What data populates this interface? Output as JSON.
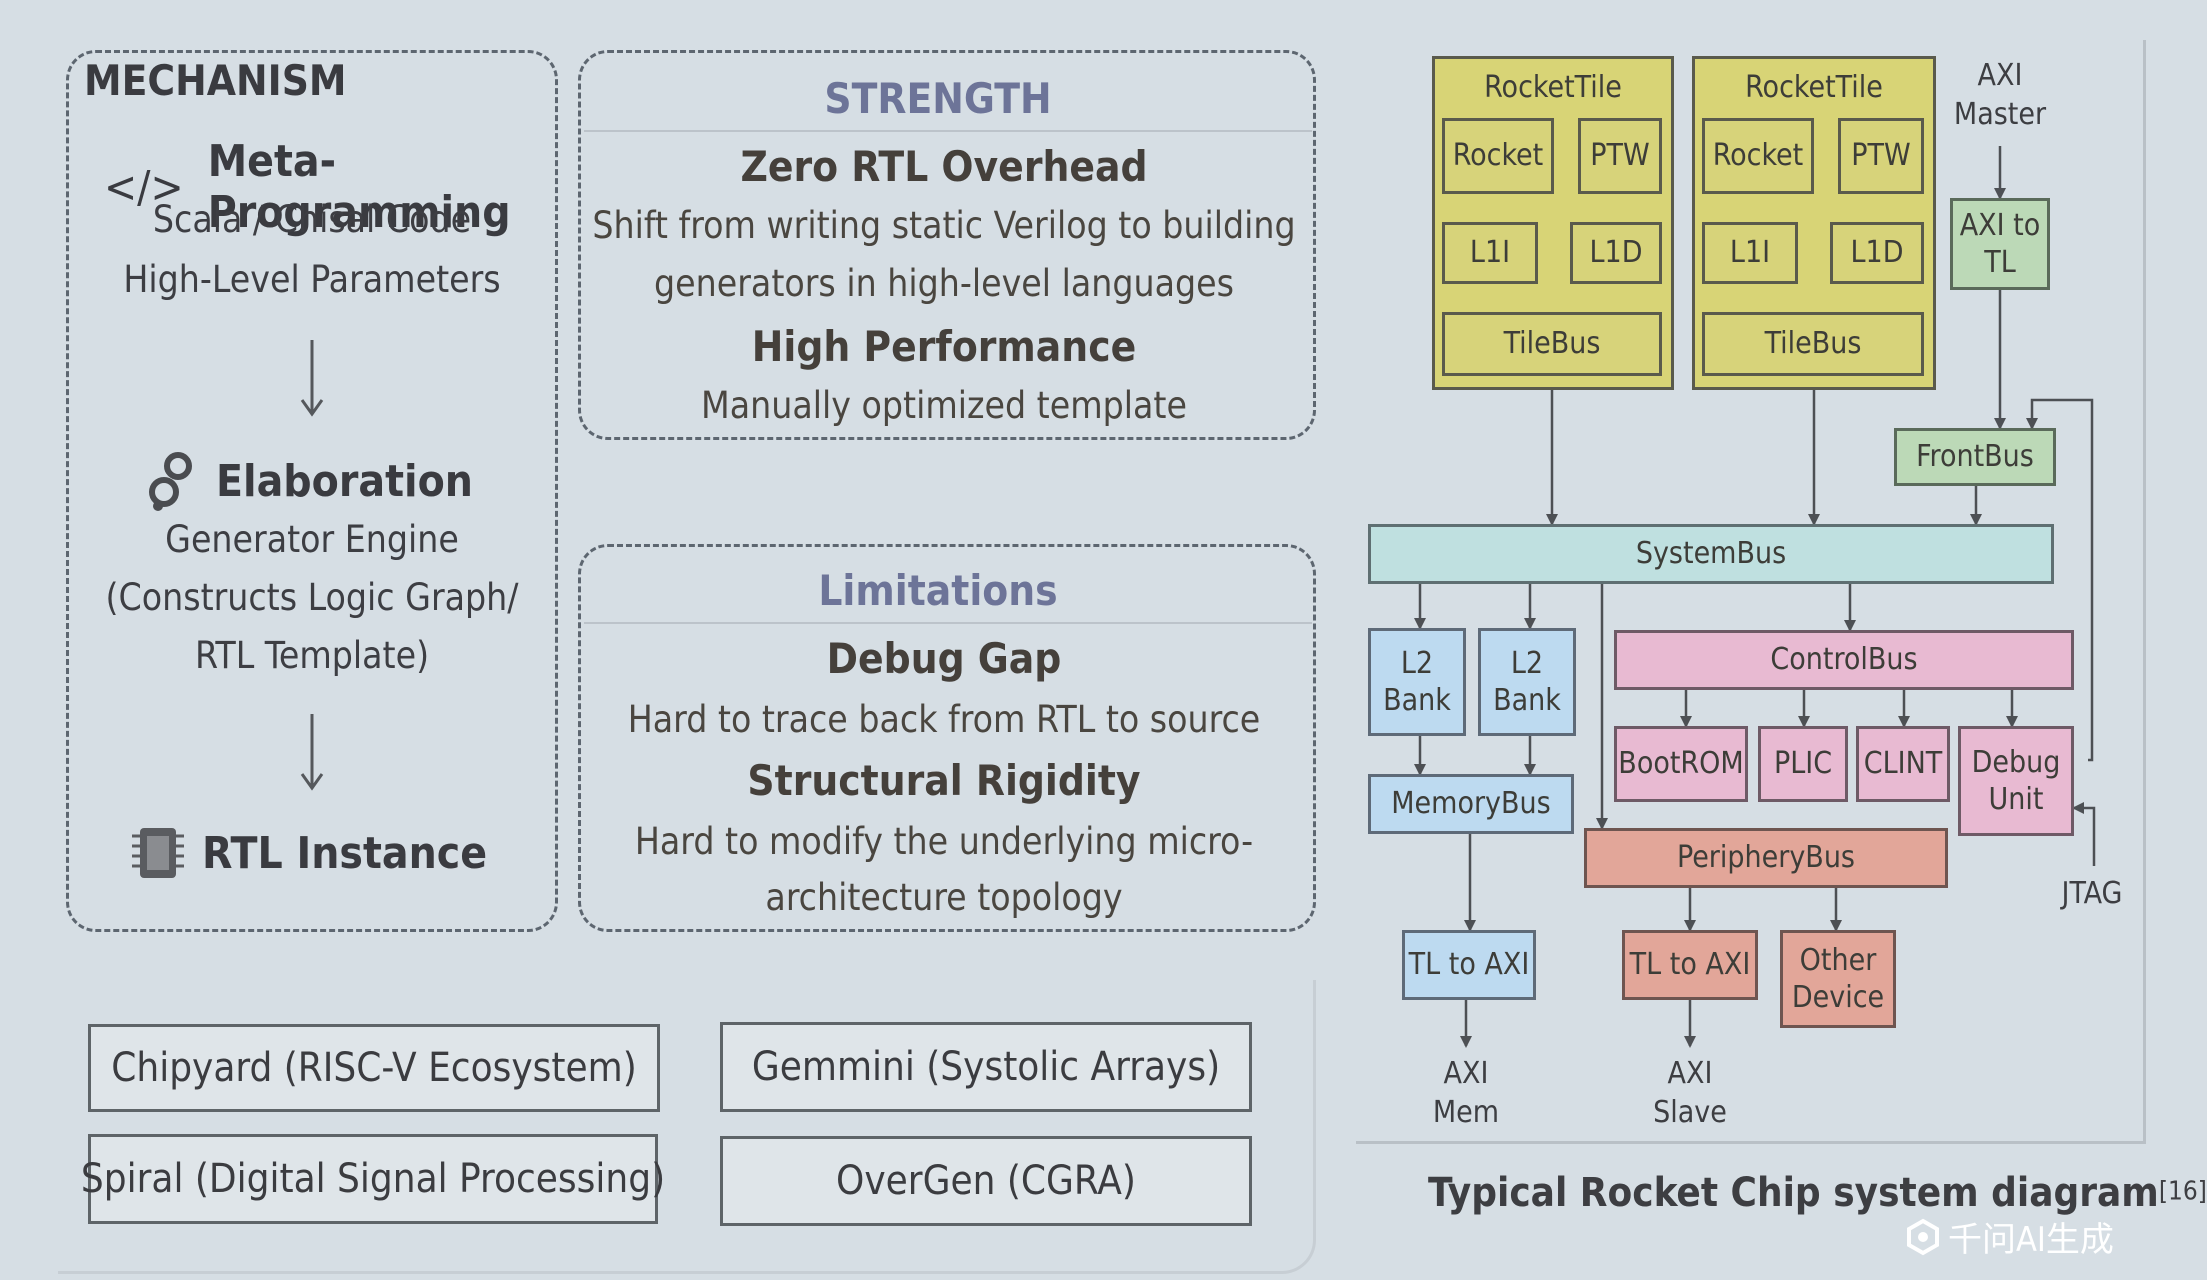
{
  "mechanism": {
    "title": "MECHANISM",
    "meta_icon": "</>",
    "meta_heading": "Meta-Programming",
    "meta_line1": "Scala / Chisal Code",
    "meta_line2": "High-Level Parameters",
    "elab_heading": "Elaboration",
    "elab_line1": "Generator Engine",
    "elab_line2": "(Constructs Logic Graph/",
    "elab_line3": "RTL Template)",
    "rtl_heading": "RTL Instance"
  },
  "strength": {
    "title": "STRENGTH",
    "h1": "Zero RTL Overhead",
    "t1a": "Shift from writing static Verilog to building",
    "t1b": "generators in high-level languages",
    "h2": "High Performance",
    "t2": "Manually optimized template"
  },
  "limitations": {
    "title": "Limitations",
    "h1": "Debug Gap",
    "t1": "Hard to trace back from RTL to source",
    "h2": "Structural Rigidity",
    "t2a": "Hard to modify the underlying micro-",
    "t2b": "architecture topology"
  },
  "examples": [
    "Chipyard (RISC-V Ecosystem)",
    "Gemmini (Systolic Arrays)",
    "Spiral (Digital Signal Processing)",
    "OverGen (CGRA)"
  ],
  "diagram": {
    "tile1": {
      "title": "RocketTile",
      "rocket": "Rocket",
      "ptw": "PTW",
      "l1i": "L1I",
      "l1d": "L1D",
      "bus": "TileBus"
    },
    "tile2": {
      "title": "RocketTile",
      "rocket": "Rocket",
      "ptw": "PTW",
      "l1i": "L1I",
      "l1d": "L1D",
      "bus": "TileBus"
    },
    "axi_master_1": "AXI",
    "axi_master_2": "Master",
    "axi_to_tl_1": "AXI to",
    "axi_to_tl_2": "TL",
    "frontbus": "FrontBus",
    "systembus": "SystemBus",
    "l2bank_a_1": "L2",
    "l2bank_a_2": "Bank",
    "l2bank_b_1": "L2",
    "l2bank_b_2": "Bank",
    "memorybus": "MemoryBus",
    "controlbus": "ControlBus",
    "bootrom": "BootROM",
    "plic": "PLIC",
    "clint": "CLINT",
    "debug_1": "Debug",
    "debug_2": "Unit",
    "peripherybus": "PeripheryBus",
    "jtag": "JTAG",
    "tl_to_axi_mem": "TL to AXI",
    "tl_to_axi_slave": "TL to AXI",
    "other_1": "Other",
    "other_2": "Device",
    "axi_mem_1": "AXI",
    "axi_mem_2": "Mem",
    "axi_slave_1": "AXI",
    "axi_slave_2": "Slave",
    "caption": "Typical Rocket Chip system diagram",
    "caption_ref": "[16]"
  },
  "watermark": "千问AI生成"
}
